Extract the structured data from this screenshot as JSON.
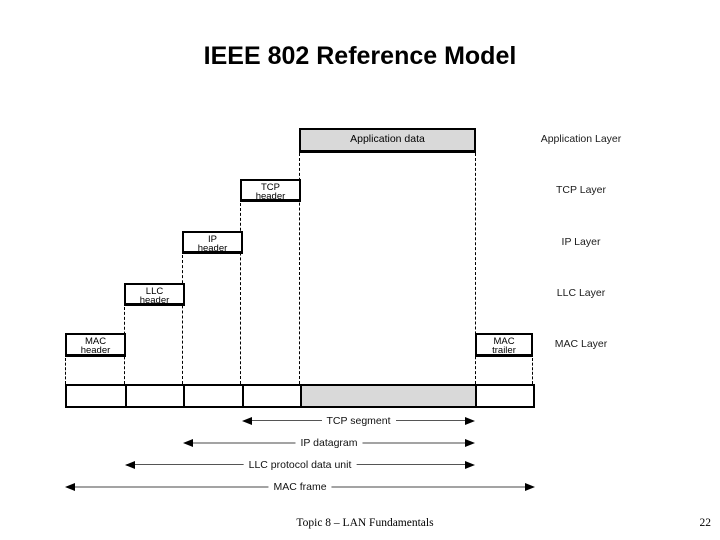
{
  "slide": {
    "title": "IEEE 802 Reference Model",
    "footer": "Topic 8 – LAN Fundamentals",
    "page_number": "22"
  },
  "diagram": {
    "boxes": {
      "app_data": {
        "label": "Application data"
      },
      "tcp_header": {
        "line1": "TCP",
        "line2": "header"
      },
      "ip_header": {
        "line1": "IP",
        "line2": "header"
      },
      "llc_header": {
        "line1": "LLC",
        "line2": "header"
      },
      "mac_header": {
        "line1": "MAC",
        "line2": "header"
      },
      "mac_trailer": {
        "line1": "MAC",
        "line2": "trailer"
      }
    },
    "layer_labels": {
      "application": "Application Layer",
      "tcp": "TCP Layer",
      "ip": "IP Layer",
      "llc": "LLC Layer",
      "mac": "MAC Layer"
    },
    "span_arrows": {
      "tcp": "TCP segment",
      "ip": "IP datagram",
      "llc": "LLC protocol data unit",
      "mac": "MAC frame"
    },
    "colors": {
      "box_fill_gray": "#d9d9d9",
      "box_border": "#000000",
      "arrow_thin": "#555555",
      "arrow_thick": "#a3a3a3"
    }
  }
}
